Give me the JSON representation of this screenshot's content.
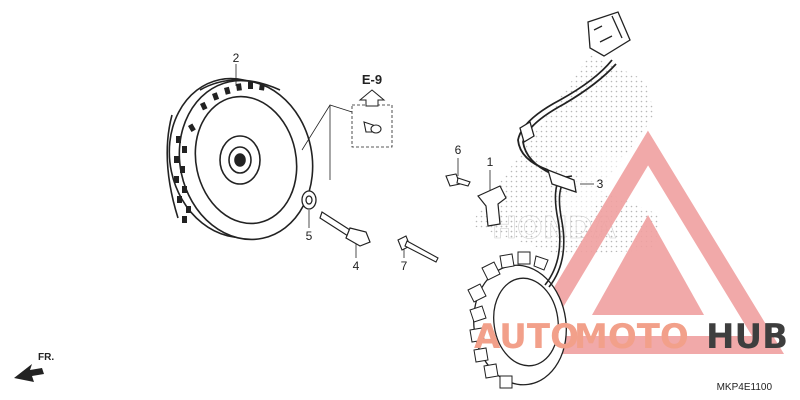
{
  "diagram": {
    "callouts": [
      "1",
      "2",
      "3",
      "4",
      "5",
      "6",
      "7"
    ],
    "reference_label": "E-9",
    "front_label": "FR.",
    "diagram_code": "MKP4E1100",
    "background_mark": "HONDA",
    "watermark": {
      "part1": "AUTO",
      "part2": "MOTO",
      "part3": "HUB",
      "colors": {
        "auto": "#F2A08A",
        "moto": "#F2A08A",
        "hub": "#3E3E3E",
        "triangle": "#F0A0A0"
      }
    }
  }
}
